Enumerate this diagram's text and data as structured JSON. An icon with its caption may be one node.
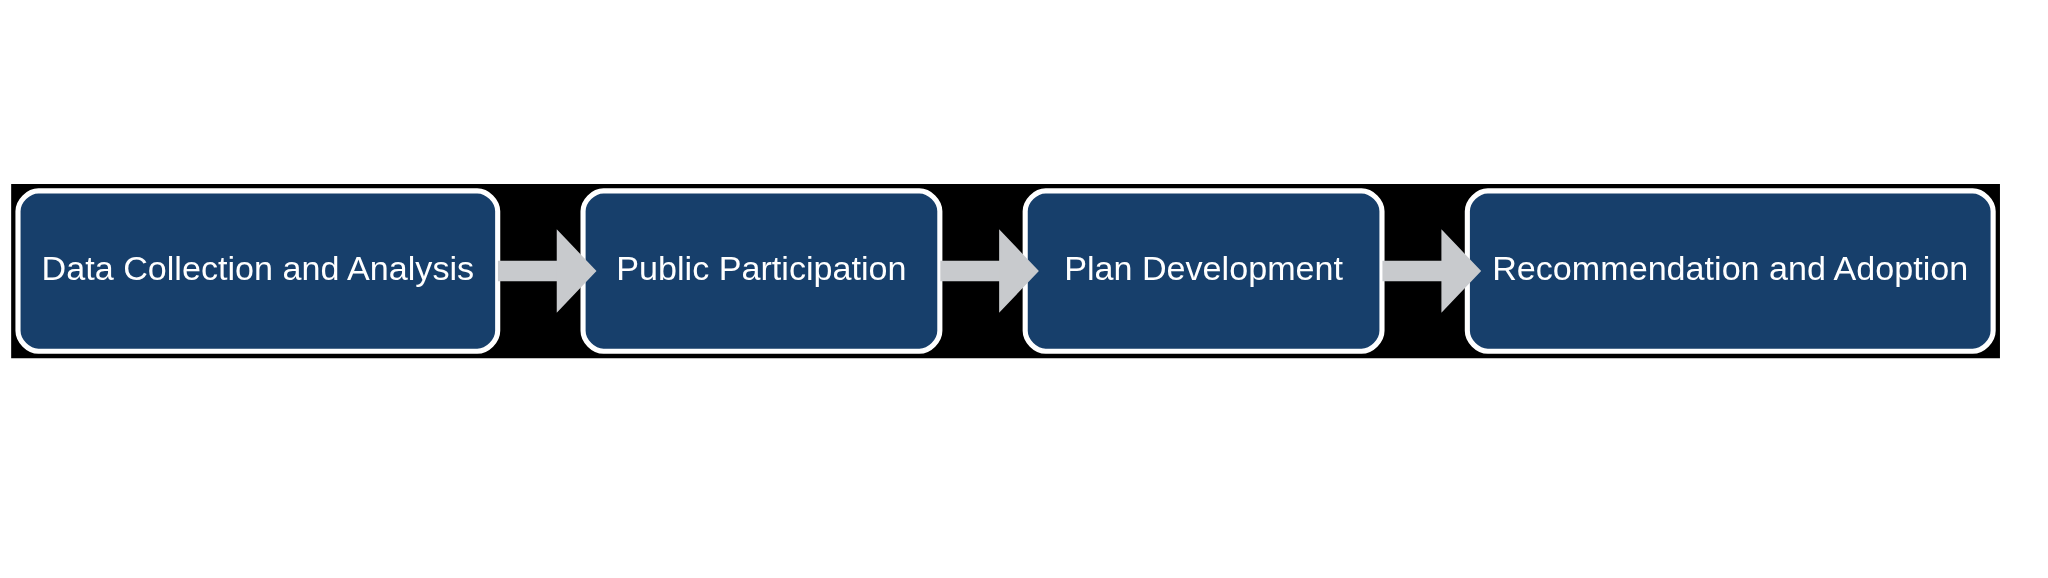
{
  "diagram": {
    "nodes": [
      {
        "text": [
          "Data Collection and Analysis"
        ]
      },
      {
        "text": [
          "Public Participation"
        ]
      },
      {
        "text": [
          "Plan Development"
        ]
      },
      {
        "text": [
          "Recommendation and Adoption"
        ]
      }
    ],
    "edges": [
      {
        "from": 0,
        "to": 1,
        "arrow": "to"
      },
      {
        "from": 1,
        "to": 2,
        "arrow": "to"
      },
      {
        "from": 2,
        "to": 3,
        "arrow": "to"
      }
    ]
  }
}
